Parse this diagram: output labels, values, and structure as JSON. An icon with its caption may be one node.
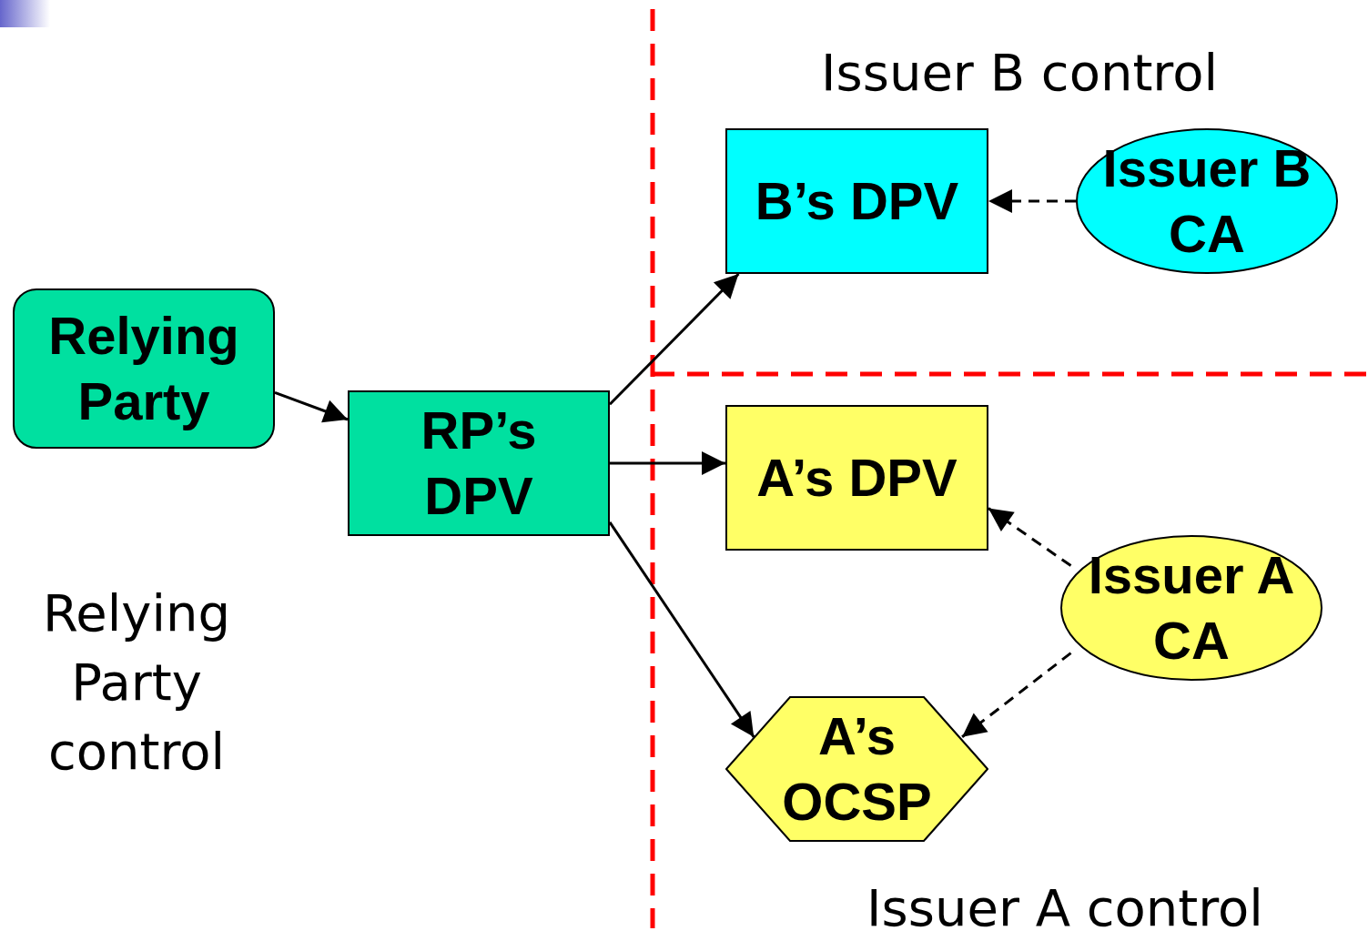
{
  "diagram": {
    "nodes": [
      {
        "text": [
          "Relying Party"
        ]
      },
      {
        "text": [
          "RP’s DPV"
        ]
      },
      {
        "text": [
          "B’s DPV"
        ]
      },
      {
        "text": [
          "Issuer B CA"
        ]
      },
      {
        "text": [
          "A’s DPV"
        ]
      },
      {
        "text": [
          "Issuer A CA"
        ]
      },
      {
        "text": [
          "A’s OCSP"
        ]
      }
    ],
    "edges": [
      {
        "from": 0,
        "to": 1,
        "arrow": "to"
      },
      {
        "from": 1,
        "to": 2,
        "arrow": "to"
      },
      {
        "from": 1,
        "to": 4,
        "arrow": "to"
      },
      {
        "from": 1,
        "to": 6,
        "arrow": "to"
      },
      {
        "from": 3,
        "to": 2,
        "arrow": "to",
        "style": "dashed"
      },
      {
        "from": 5,
        "to": 4,
        "arrow": "to",
        "style": "dashed"
      },
      {
        "from": 5,
        "to": 6,
        "arrow": "to",
        "style": "dashed"
      }
    ],
    "labels": [
      "Issuer B control",
      "Relying Party control",
      "Issuer A control"
    ]
  }
}
